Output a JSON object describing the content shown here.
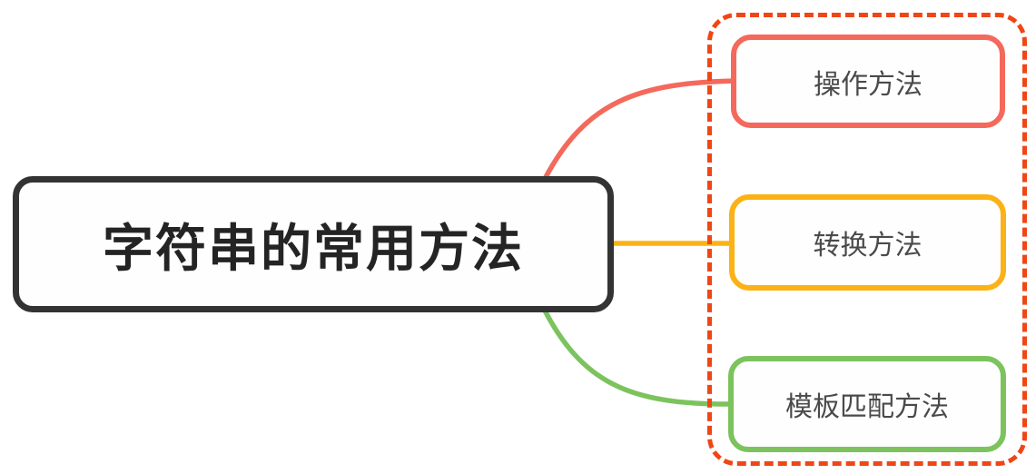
{
  "diagram": {
    "type": "mindmap",
    "background_color": "#ffffff",
    "root": {
      "label": "字符串的常用方法",
      "border_color": "#333333",
      "text_color": "#242424"
    },
    "children_group": {
      "outline_style": "dashed",
      "outline_color": "#f04616"
    },
    "children": [
      {
        "label": "操作方法",
        "border_color": "#f4695c",
        "connector_color": "#f4695c",
        "connector_shape": "curve-up"
      },
      {
        "label": "转换方法",
        "border_color": "#fbb216",
        "connector_color": "#fbb216",
        "connector_shape": "straight"
      },
      {
        "label": "模板匹配方法",
        "border_color": "#7cc35e",
        "connector_color": "#7cc35e",
        "connector_shape": "curve-down"
      }
    ]
  }
}
